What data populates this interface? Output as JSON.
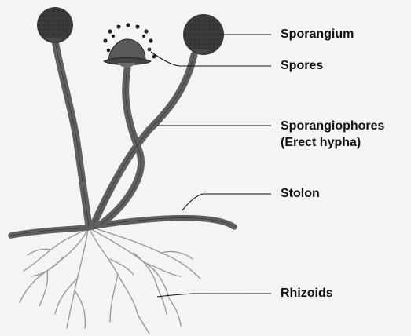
{
  "labels": {
    "sporangium": "Sporangium",
    "spores": "Spores",
    "sporangiophores_line1": "Sporangiophores",
    "sporangiophores_line2": "(Erect hypha)",
    "stolon": "Stolon",
    "rhizoids": "Rhizoids"
  },
  "colors": {
    "ink": "#111111",
    "hypha": "#5f5f5f",
    "sporangium": "#3a3a3a",
    "rhizoid": "#9a9a9a"
  }
}
